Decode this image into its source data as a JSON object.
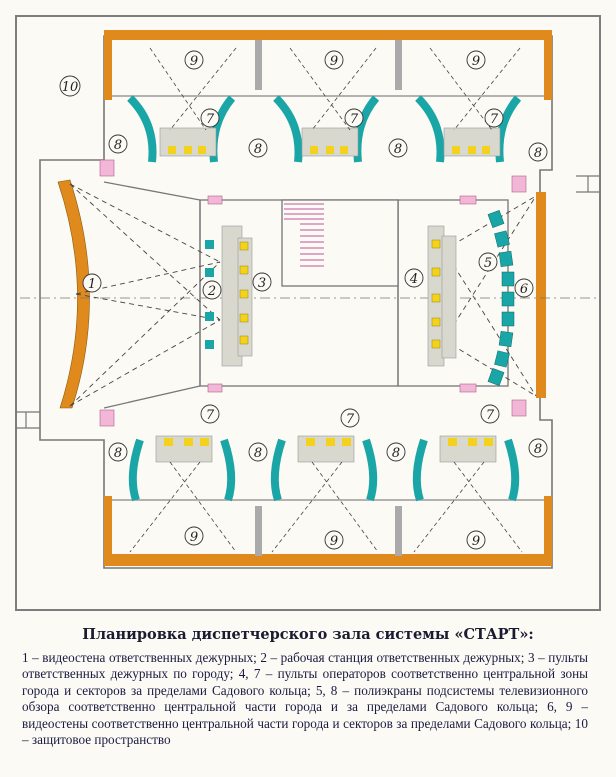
{
  "figure": {
    "title": "Планировка диспетчерского зала системы «СТАРТ»:",
    "legend": "1 – видеостена ответственных дежурных; 2 – рабочая станция ответственных дежурных; 3 – пульты ответственных дежурных по городу; 4, 7 – пульты операторов соответственно центральной зоны города и секторов за пределами Садового кольца; 5, 8 – полиэкраны подсистемы телевизионного обзора соответственно центральной части города и за пределами Садового кольца; 6, 9 – видеостены соответственно центральной части города и секторов за пределами Садового кольца; 10 – защитовое пространство"
  },
  "plan_labels": {
    "l1": "1",
    "l2": "2",
    "l3": "3",
    "l4": "4",
    "l5": "5",
    "l6": "6",
    "l7": "7",
    "l8": "8",
    "l9": "9",
    "l10": "10"
  },
  "colors": {
    "wall": "#8a8a8a",
    "videowall": "#e08a1e",
    "polyscreen": "#1aa6a6",
    "console": "#d8d8cf",
    "monitor": "#f2d21c",
    "door": "#f2b6d6",
    "sightline": "#444444"
  }
}
